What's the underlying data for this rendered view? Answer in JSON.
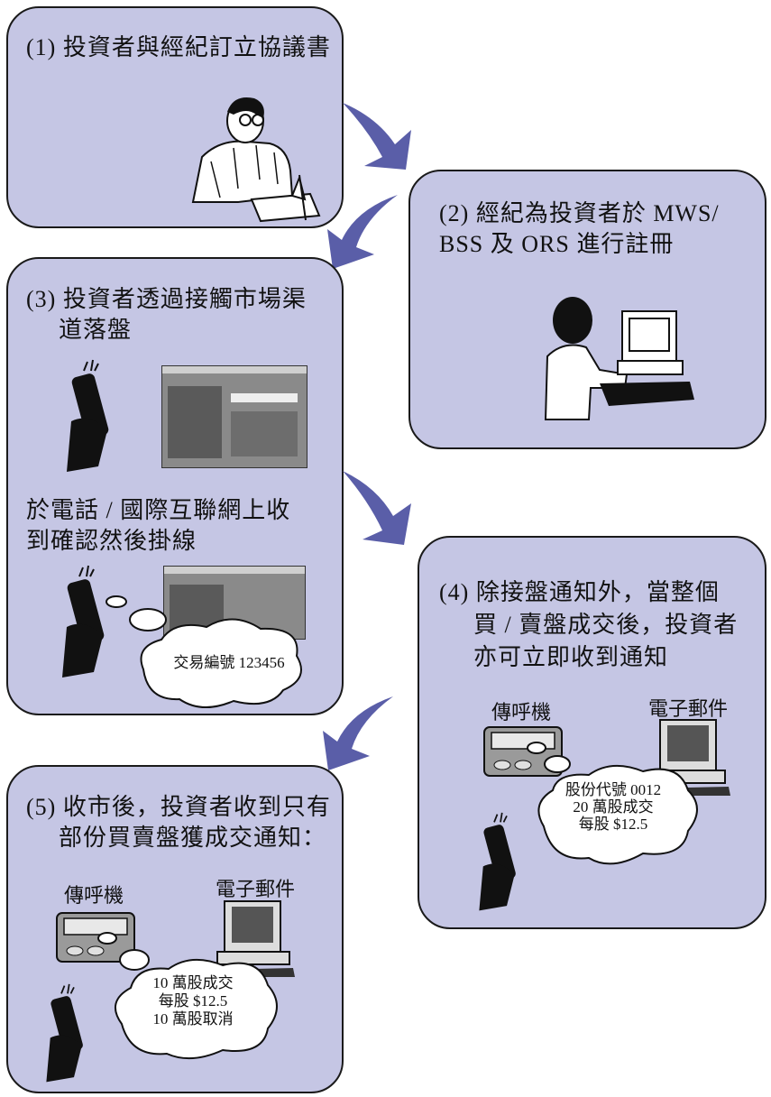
{
  "steps": [
    {
      "title": "(1) 投資者與經紀訂立協議書"
    },
    {
      "title_line1": "(2) 經紀為投資者於 MWS/",
      "title_line2": "BSS 及 ORS 進行註冊"
    },
    {
      "title_line1": "(3) 投資者透過接觸市場渠",
      "title_line2": "道落盤",
      "sub_line1": "於電話 / 國際互聯網上收",
      "sub_line2": "到確認然後掛線",
      "cloud": "交易編號 123456"
    },
    {
      "title_line1": "(4) 除接盤通知外，當整個",
      "title_line2": "買 / 賣盤成交後，投資者",
      "title_line3": "亦可立即收到通知",
      "pager_label": "傳呼機",
      "email_label": "電子郵件",
      "cloud_line1": "股份代號 0012",
      "cloud_line2": "20 萬股成交",
      "cloud_line3": "每股 $12.5"
    },
    {
      "title_line1": "(5) 收市後，投資者收到只有",
      "title_line2": "部份買賣盤獲成交通知：",
      "pager_label": "傳呼機",
      "email_label": "電子郵件",
      "cloud_line1": "10 萬股成交",
      "cloud_line2": "每股 $12.5",
      "cloud_line3": "10 萬股取消"
    }
  ],
  "colors": {
    "panel": "#c5c6e4",
    "arrow": "#5a5ea8",
    "border": "#1a1a1a"
  }
}
